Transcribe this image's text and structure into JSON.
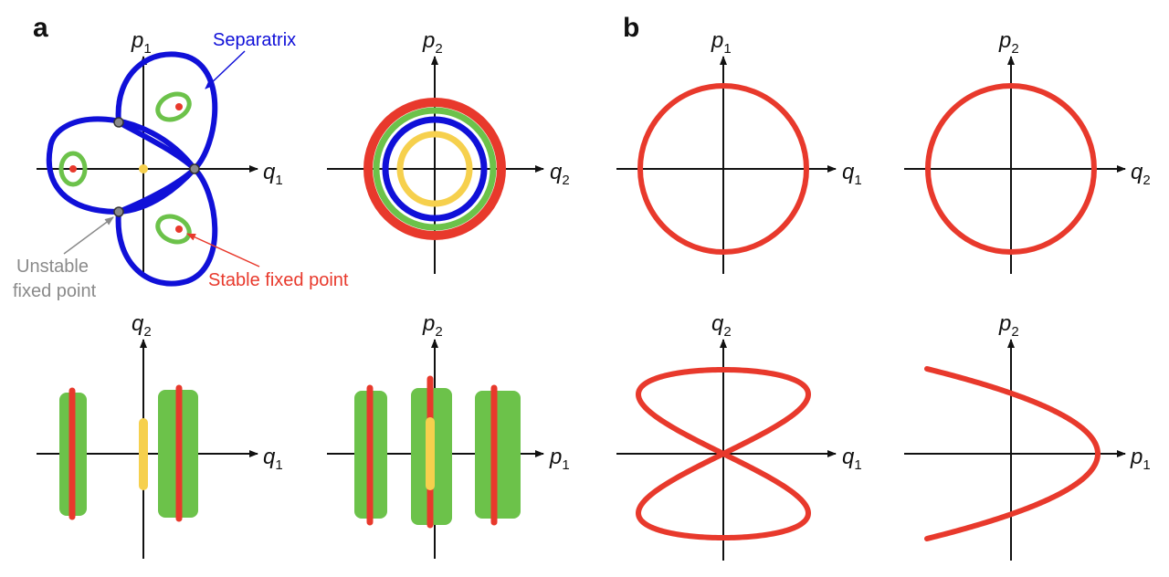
{
  "panels": {
    "a": "a",
    "b": "b"
  },
  "axes": {
    "q": "q",
    "p": "p",
    "one": "1",
    "two": "2"
  },
  "annotations": {
    "separatrix": "Separatrix",
    "unstable_line1": "Unstable",
    "unstable_line2": "fixed point",
    "stable": "Stable fixed point"
  },
  "colors": {
    "blue": "#1010d8",
    "green": "#6cc24a",
    "red": "#e8392c",
    "yellow": "#f6d04d",
    "gray": "#8a8a8a",
    "axis": "#111111"
  }
}
